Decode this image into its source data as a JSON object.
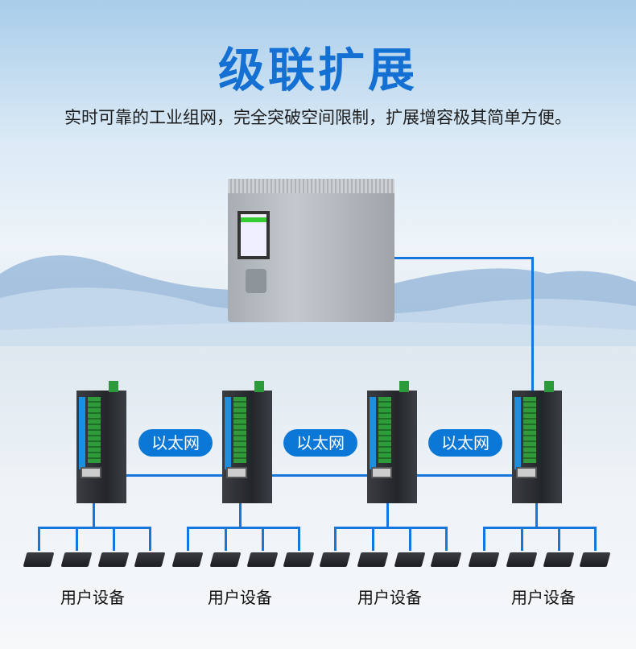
{
  "title": "级联扩展",
  "subtitle": "实时可靠的工业组网，完全突破空间限制，扩展增容极其简单方便。",
  "link_label": "以太网",
  "device_group_label": "用户设备",
  "colors": {
    "accent": "#1577dd",
    "title": "#1570d4",
    "pill": "#0b78d8"
  }
}
